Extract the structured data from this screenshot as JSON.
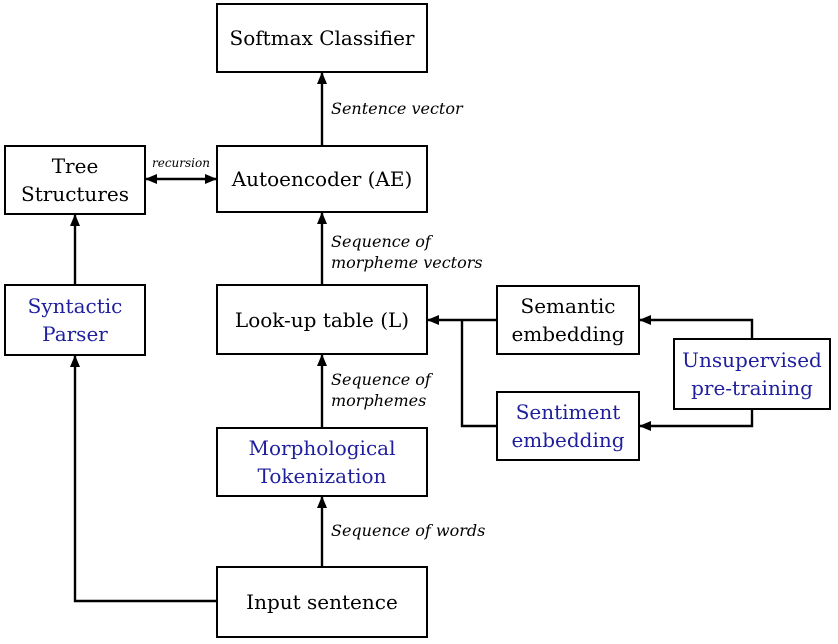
{
  "nodes": {
    "softmax": "Softmax Classifier",
    "tree": "Tree\nStructures",
    "autoencoder": "Autoencoder (AE)",
    "parser": "Syntactic\nParser",
    "lookup": "Look-up table (L)",
    "semantic": "Semantic\nembedding",
    "sentiment": "Sentiment\nembedding",
    "unsupervised": "Unsupervised\npre-training",
    "morph": "Morphological\nTokenization",
    "input": "Input sentence"
  },
  "edges": {
    "sentence_vector": "Sentence vector",
    "recursion": "recursion",
    "morpheme_vectors": "Sequence of\nmorpheme vectors",
    "morphemes": "Sequence of\nmorphemes",
    "words": "Sequence of words"
  },
  "colors": {
    "highlight": "#1f1f9e",
    "default": "#000000"
  }
}
